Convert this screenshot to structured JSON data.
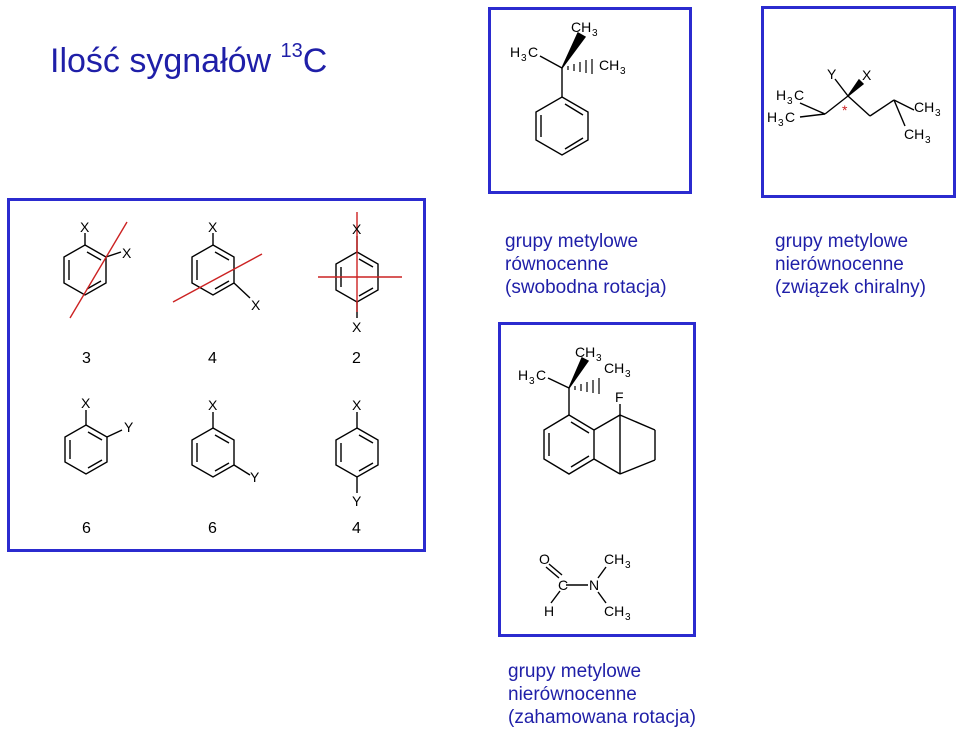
{
  "title": {
    "text": "Ilość sygnałów ",
    "sup": "13",
    "tail": "C"
  },
  "captions": {
    "free": [
      "grupy metylowe",
      "równocenne",
      "(swobodna rotacja)"
    ],
    "chiral": [
      "grupy metylowe",
      "nierównocenne",
      "(związek chiralny)"
    ],
    "hindered": [
      "grupy metylowe",
      "nierównocenne",
      "(zahamowana rotacja)"
    ]
  },
  "atoms": {
    "X": "X",
    "Y": "Y",
    "F": "F",
    "O": "O",
    "C": "C",
    "N": "N",
    "H": "H",
    "star": "*",
    "H3C": [
      "H",
      "3",
      "C"
    ],
    "CH3": [
      "CH",
      "3"
    ]
  },
  "signal_counts": {
    "row1": [
      "3",
      "4",
      "2"
    ],
    "row2": [
      "6",
      "6",
      "4"
    ]
  },
  "colors": {
    "title": "#1f1fa8",
    "box_border": "#2b2bcf",
    "symmetry_line": "#cc2222"
  }
}
